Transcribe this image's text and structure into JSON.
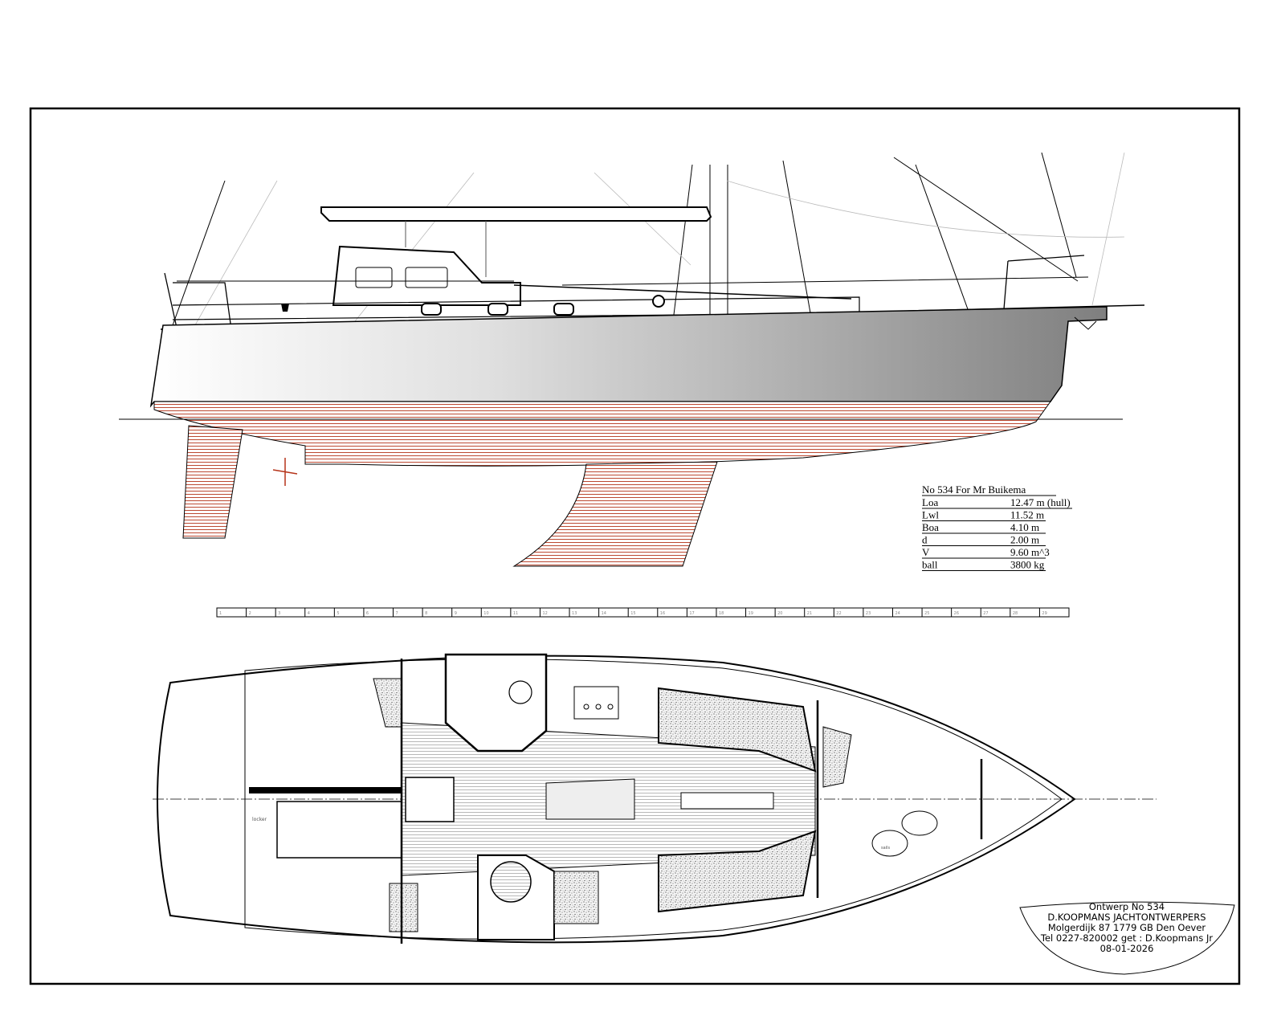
{
  "drawing": {
    "spec_table": {
      "title": "No 534  For Mr Buikema",
      "rows": [
        {
          "label": "Loa",
          "value": "12.47 m (hull)"
        },
        {
          "label": "Lwl",
          "value": "11.52 m"
        },
        {
          "label": "Boa",
          "value": "4.10 m"
        },
        {
          "label": "d",
          "value": "2.00 m"
        },
        {
          "label": "V",
          "value": "9.60 m^3"
        },
        {
          "label": "ball",
          "value": "3800 kg"
        }
      ]
    },
    "title_block": {
      "lines": [
        "Ontwerp No 534",
        "D.KOOPMANS   JACHTONTWERPERS",
        "Molgerdijk 87 1779 GB Den Oever",
        "Tel 0227-820002 get : D.Koopmans Jr",
        "08-01-2026"
      ]
    },
    "scale_bar": {
      "labels": [
        "1",
        "2",
        "3",
        "4",
        "5",
        "6",
        "7",
        "8",
        "9",
        "10",
        "11",
        "12",
        "13",
        "14",
        "15",
        "16",
        "17",
        "18",
        "19",
        "20",
        "21",
        "22",
        "23",
        "24",
        "25",
        "26",
        "27",
        "28",
        "29"
      ]
    },
    "plan_labels": {
      "locker": "locker",
      "sails": "sails"
    },
    "colors": {
      "antifouling": "#b5341a",
      "hull_dark": "#808080",
      "ink": "#000000"
    }
  }
}
